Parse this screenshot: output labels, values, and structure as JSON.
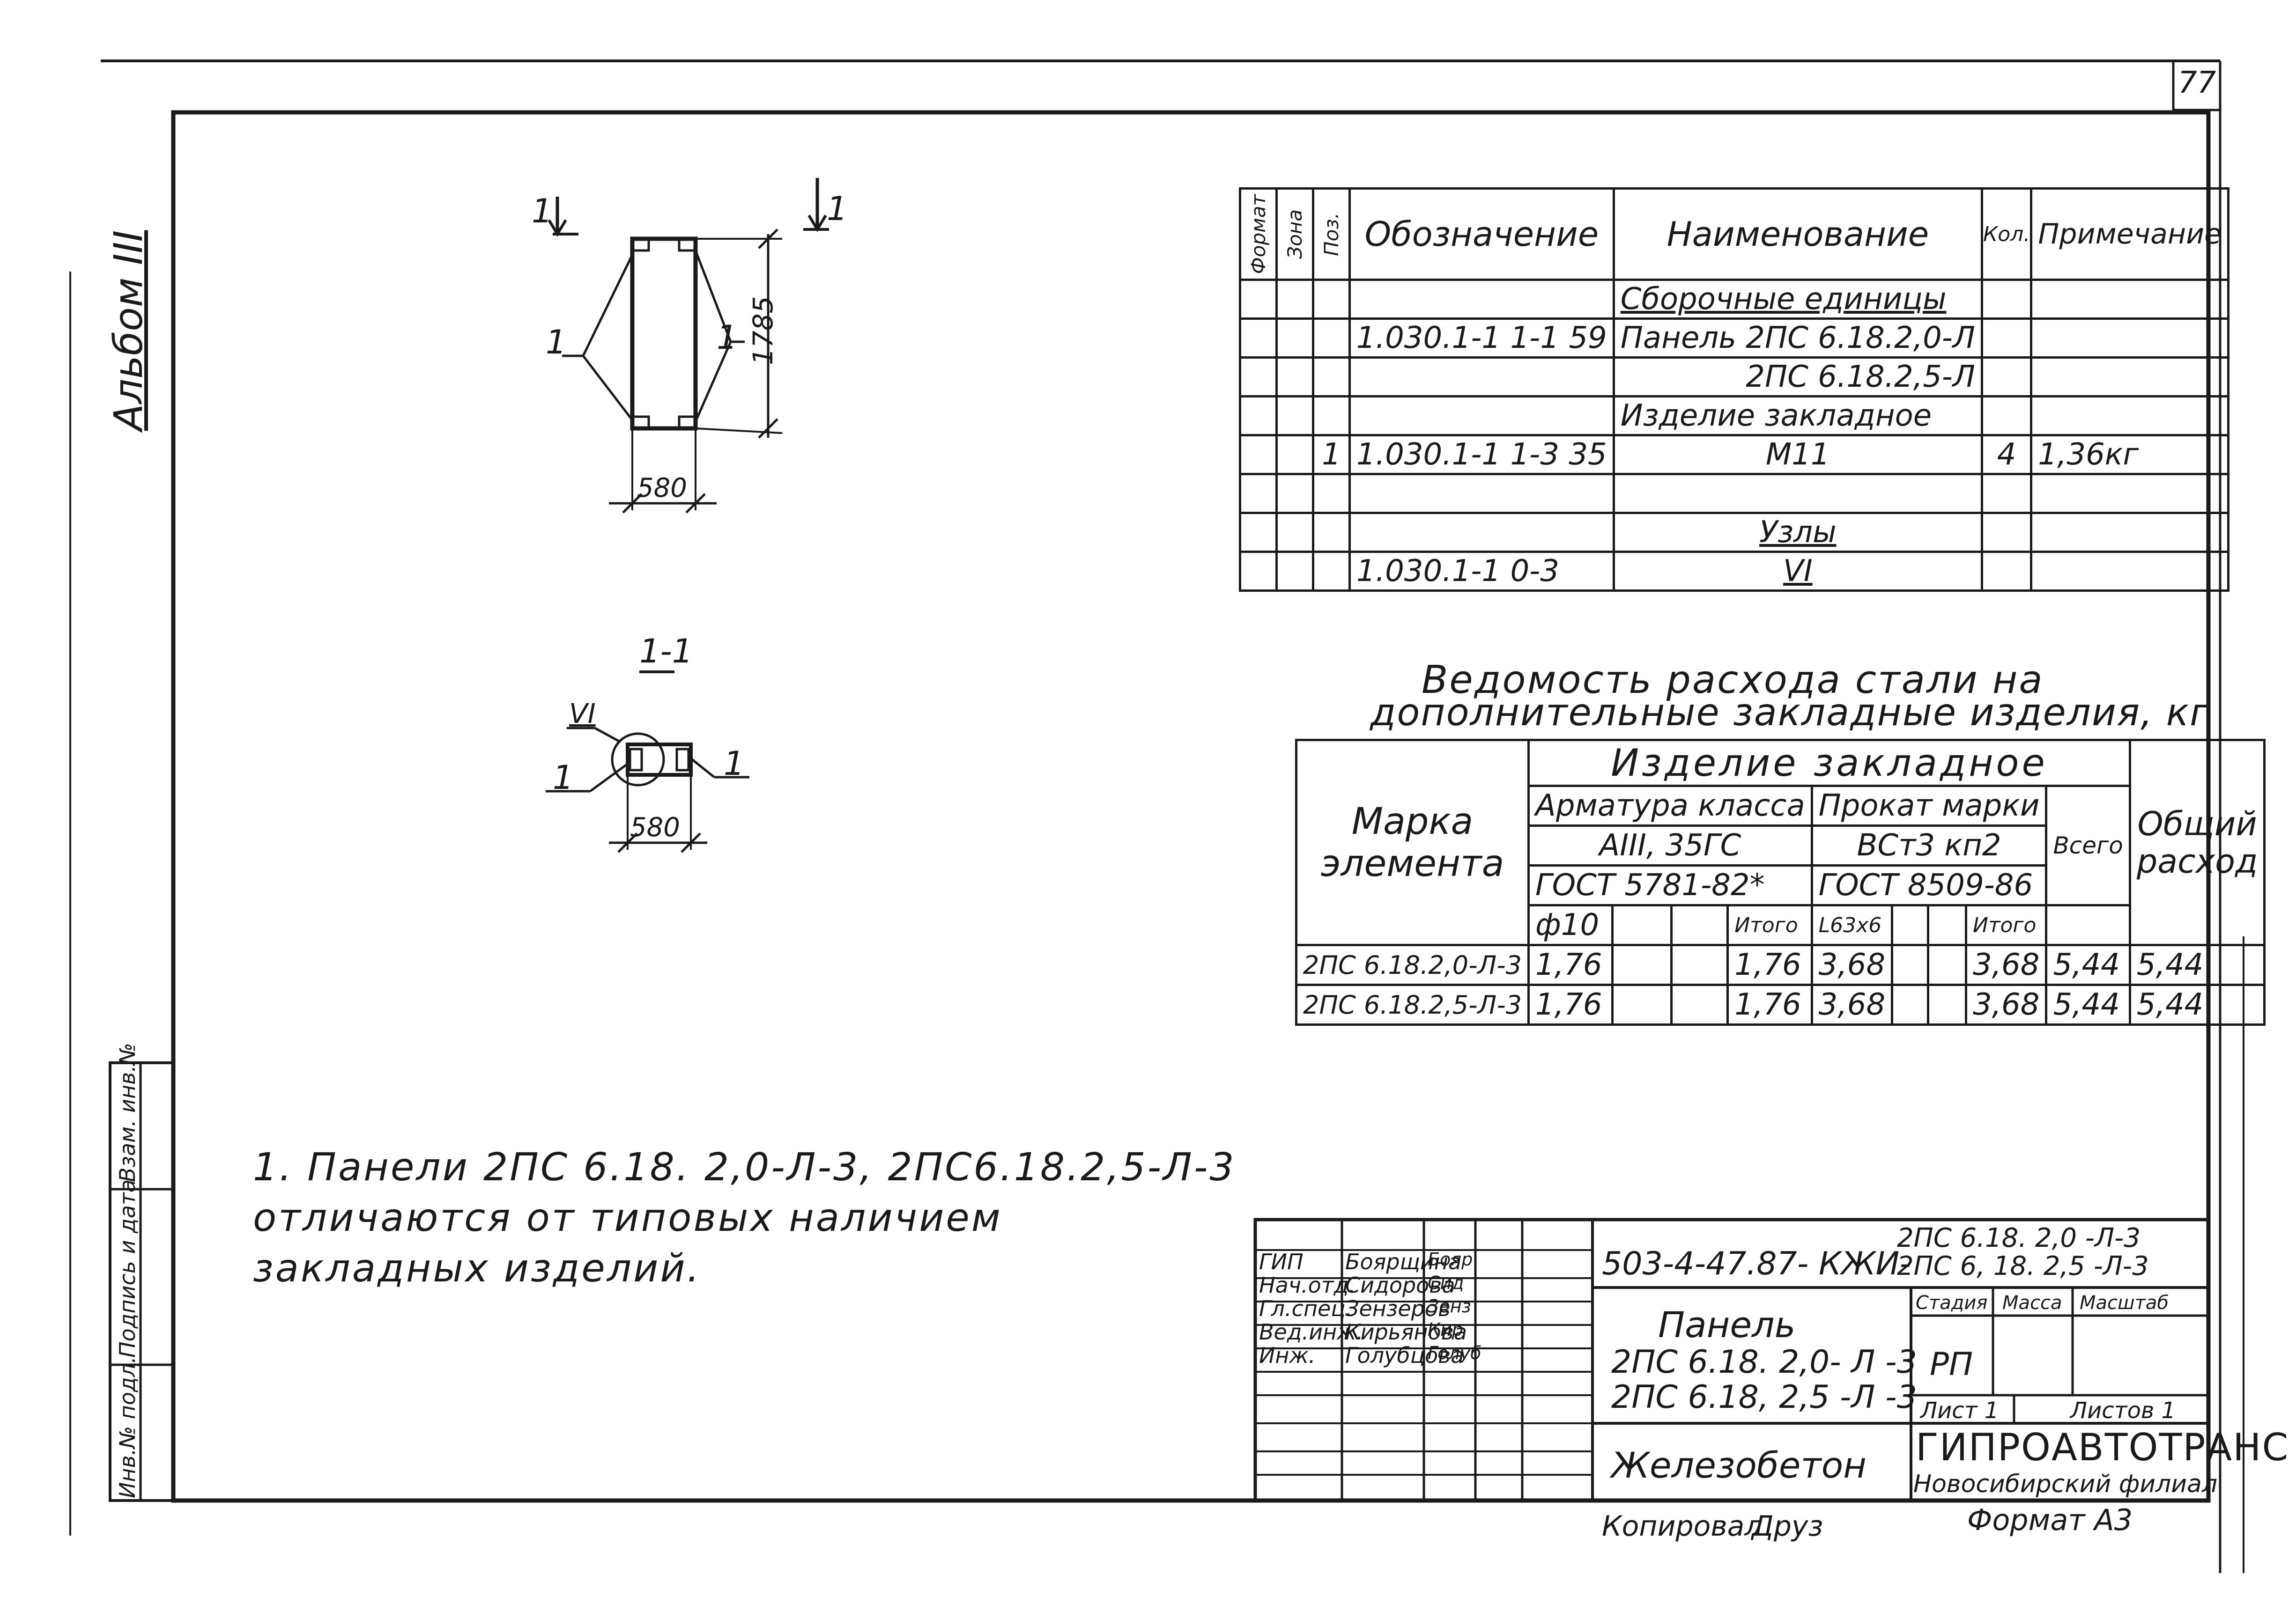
{
  "page_number": "77",
  "album_label": "Альбом III",
  "drawing": {
    "section_mark_left": "1",
    "section_mark_right": "1",
    "leader_left": "1",
    "leader_right": "1",
    "dim_height": "1785",
    "dim_width": "580",
    "section_title": "1-1",
    "section_node": "VI",
    "section_leader_left": "1",
    "section_leader_right": "1",
    "section_dim_width": "580"
  },
  "spec_table": {
    "headers": {
      "format": "Формат",
      "zone": "Зона",
      "pos": "Поз.",
      "designation": "Обозначение",
      "name": "Наименование",
      "qty": "Кол.",
      "note": "Примечание"
    },
    "rows": [
      {
        "pos": "",
        "designation": "",
        "name": "Сборочные единицы",
        "qty": "",
        "note": "",
        "underline": true
      },
      {
        "pos": "",
        "designation": "1.030.1-1  1-1  59",
        "name": "Панель 2ПС 6.18.2,0-Л",
        "qty": "",
        "note": ""
      },
      {
        "pos": "",
        "designation": "",
        "name": "2ПС 6.18.2,5-Л",
        "qty": "",
        "note": "",
        "right": true
      },
      {
        "pos": "",
        "designation": "",
        "name": "Изделие закладное",
        "qty": "",
        "note": ""
      },
      {
        "pos": "1",
        "designation": "1.030.1-1  1-3  35",
        "name": "М11",
        "qty": "4",
        "note": "1,36кг",
        "center": true
      },
      {
        "pos": "",
        "designation": "",
        "name": "",
        "qty": "",
        "note": ""
      },
      {
        "pos": "",
        "designation": "",
        "name": "Узлы",
        "qty": "",
        "note": "",
        "center": true,
        "underline": true
      },
      {
        "pos": "",
        "designation": "1.030.1-1  0-3",
        "name": "VI",
        "qty": "",
        "note": "",
        "center": true,
        "underline": true
      }
    ]
  },
  "steel_title_line1": "Ведомость расхода стали на",
  "steel_title_line2": "дополнительные закладные изделия, кг",
  "steel_table": {
    "mark_header": "Марка элемента",
    "group_header": "Изделие закладное",
    "rebar_header": "Арматура класса",
    "rebar_class": "АIII, 35ГС",
    "rebar_gost": "ГОСТ 5781-82*",
    "rolled_header": "Прокат марки",
    "rolled_grade": "ВСт3 кп2",
    "rolled_gost": "ГОСТ 8509-86",
    "total_header": "Всего",
    "overall_header": "Общий расход",
    "sub_d10": "ф10",
    "sub_itogo": "Итого",
    "sub_angle": "L63х6",
    "sub_itogo2": "Итого",
    "rows": [
      {
        "mark": "2ПС 6.18.2,0-Л-3",
        "d10": "1,76",
        "itogo": "1,76",
        "angle": "3,68",
        "itogo2": "3,68",
        "total": "5,44",
        "overall": "5,44"
      },
      {
        "mark": "2ПС 6.18.2,5-Л-3",
        "d10": "1,76",
        "itogo": "1,76",
        "angle": "3,68",
        "itogo2": "3,68",
        "total": "5,44",
        "overall": "5,44"
      }
    ]
  },
  "note_line1": "1. Панели 2ПС 6.18. 2,0-Л-3,  2ПС6.18.2,5-Л-3",
  "note_line2": "отличаются от типовых наличием",
  "note_line3": "закладных изделий.",
  "side_stamp": [
    "Инв.№ подл.",
    "Подпись и дата",
    "Взам. инв.№"
  ],
  "title_block": {
    "doc_code": "503-4-47.87- КЖИ-",
    "doc_code_mark1": "2ПС 6.18. 2,0 -Л-3",
    "doc_code_mark2": "2ПС 6, 18. 2,5 -Л-3",
    "roles": [
      {
        "role": "ГИП",
        "name": "Боярщина",
        "sign": "Бояр"
      },
      {
        "role": "Нач.отд.",
        "name": "Сидорова",
        "sign": "Сид"
      },
      {
        "role": "Гл.спец.",
        "name": "Зензеров",
        "sign": "Зенз"
      },
      {
        "role": "Вед.инж.",
        "name": "Кирьянова",
        "sign": "Кир"
      },
      {
        "role": "Инж.",
        "name": "Голубцова",
        "sign": "Голуб"
      }
    ],
    "title_line1": "Панель",
    "title_line2": "2ПС 6.18. 2,0- Л -3",
    "title_line3": "2ПС 6.18, 2,5 -Л -3",
    "stage_header": "Стадия",
    "mass_header": "Масса",
    "scale_header": "Масштаб",
    "stage": "РП",
    "sheet_label": "Лист 1",
    "sheets_label": "Листов 1",
    "material": "Железобетон",
    "org_name": "ГИПРОАВТОТРАНС",
    "org_branch": "Новосибирский филиал",
    "copied_by": "Копировал",
    "copied_sign": "Друз",
    "format_label": "Формат А3"
  }
}
